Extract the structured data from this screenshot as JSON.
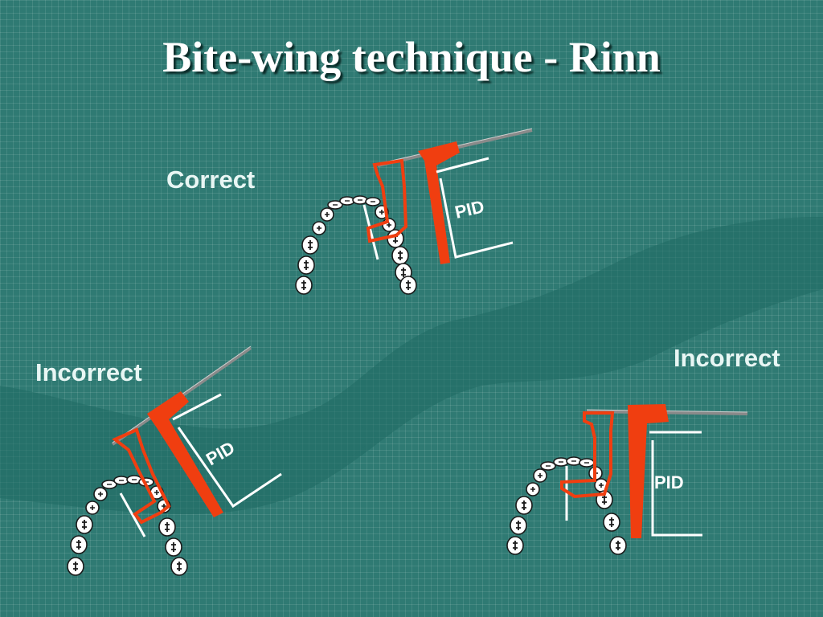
{
  "title": "Bite-wing technique - Rinn",
  "diagrams": [
    {
      "label": "Correct",
      "pid_label": "PID"
    },
    {
      "label": "Incorrect",
      "pid_label": "PID"
    },
    {
      "label": "Incorrect",
      "pid_label": "PID"
    }
  ],
  "colors": {
    "background": "#2f7a73",
    "holder": "#f03e10",
    "lines": "#ffffff",
    "rod": "#888888"
  }
}
